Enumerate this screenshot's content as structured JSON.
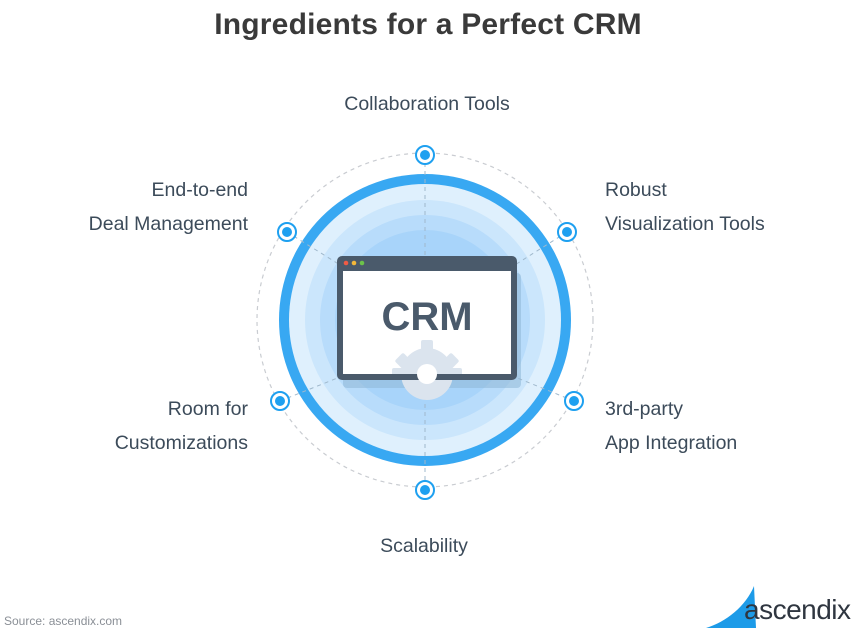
{
  "title": "Ingredients for a Perfect CRM",
  "center_label": "CRM",
  "ingredients": {
    "top": [
      "Collaboration Tools"
    ],
    "top_right": [
      "Robust",
      "Visualization Tools"
    ],
    "bottom_right": [
      "3rd-party",
      "App Integration"
    ],
    "bottom": [
      "Scalability"
    ],
    "bottom_left": [
      "Room for",
      "Customizations"
    ],
    "top_left": [
      "End-to-end",
      "Deal Management"
    ]
  },
  "source": "Source: ascendix.com",
  "logo_text": "ascendix",
  "colors": {
    "accent": "#1ea0f0",
    "ring_outer": "#35a9f2",
    "text": "#3c4b5a",
    "window_border": "#4a5a6b"
  }
}
